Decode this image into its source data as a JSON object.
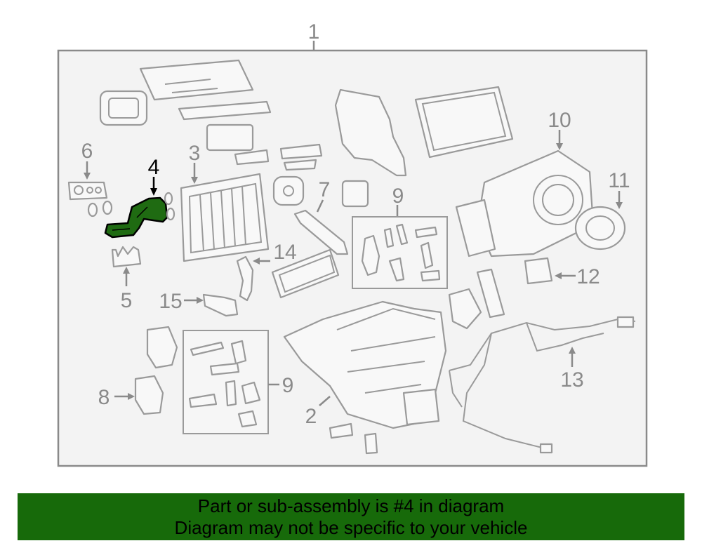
{
  "diagram": {
    "callouts": [
      {
        "id": "1",
        "label": "1"
      },
      {
        "id": "2",
        "label": "2"
      },
      {
        "id": "3",
        "label": "3"
      },
      {
        "id": "4",
        "label": "4",
        "highlighted": true
      },
      {
        "id": "5",
        "label": "5"
      },
      {
        "id": "6",
        "label": "6"
      },
      {
        "id": "7",
        "label": "7"
      },
      {
        "id": "8",
        "label": "8"
      },
      {
        "id": "9a",
        "label": "9"
      },
      {
        "id": "9b",
        "label": "9"
      },
      {
        "id": "10",
        "label": "10"
      },
      {
        "id": "11",
        "label": "11"
      },
      {
        "id": "12",
        "label": "12"
      },
      {
        "id": "13",
        "label": "13"
      },
      {
        "id": "14",
        "label": "14"
      },
      {
        "id": "15",
        "label": "15"
      }
    ],
    "highlight_color": "#1f6b12"
  },
  "banner": {
    "line1": "Part or sub-assembly is #4 in diagram",
    "line2": "Diagram may not be specific to your vehicle",
    "color": "#176a0a"
  }
}
